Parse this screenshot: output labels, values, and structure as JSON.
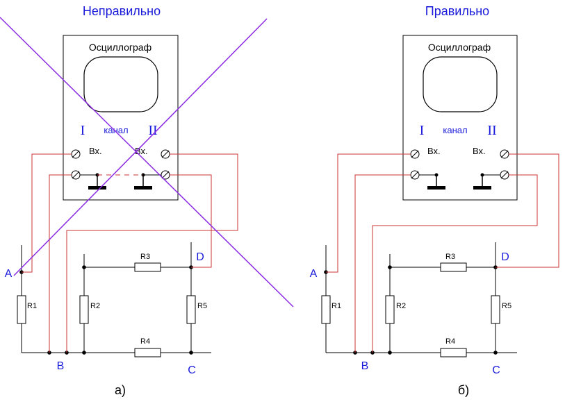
{
  "colors": {
    "wire": "#cc3333",
    "label": "#1a1adb",
    "cross": "#8b2be2",
    "ink": "#000000"
  },
  "left_panel": {
    "title": "Неправильно",
    "caption": "а)",
    "scope_title": "Осциллограф",
    "channel_word": "канал",
    "channel_one": "I",
    "channel_two": "II",
    "input_left": "Вх.",
    "input_right": "Вх.",
    "node_a": "A",
    "node_b": "B",
    "node_c": "C",
    "node_d": "D",
    "r1": "R1",
    "r2": "R2",
    "r3": "R3",
    "r4": "R4",
    "r5": "R5"
  },
  "right_panel": {
    "title": "Правильно",
    "caption": "б)",
    "scope_title": "Осциллограф",
    "channel_word": "канал",
    "channel_one": "I",
    "channel_two": "II",
    "input_left": "Вх.",
    "input_right": "Вх.",
    "node_a": "A",
    "node_b": "B",
    "node_c": "C",
    "node_d": "D",
    "r1": "R1",
    "r2": "R2",
    "r3": "R3",
    "r4": "R4",
    "r5": "R5"
  }
}
